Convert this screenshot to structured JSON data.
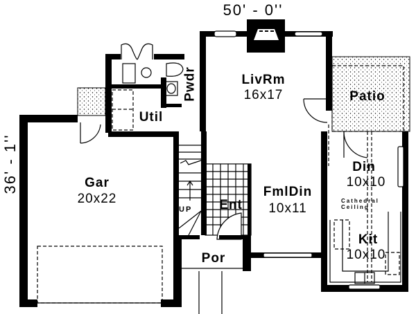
{
  "plan": {
    "dimensions": {
      "width": "50' - 0''",
      "depth": "36' - 1''"
    },
    "rooms": {
      "living": {
        "name": "LivRm",
        "size": "16x17"
      },
      "patio": {
        "name": "Patio"
      },
      "powder": {
        "name": "Pwdr"
      },
      "utility": {
        "name": "Util"
      },
      "garage": {
        "name": "Gar",
        "size": "20x22"
      },
      "dining": {
        "name": "Din",
        "size": "10x10"
      },
      "family_dining": {
        "name": "FmlDin",
        "size": "10x11"
      },
      "entry": {
        "name": "Ent"
      },
      "porch": {
        "name": "Por"
      },
      "kitchen": {
        "name": "Kit",
        "size": "10x10"
      }
    },
    "notes": {
      "cathedral": [
        "Cathedral",
        "Ceiling"
      ],
      "stairs": "UP"
    },
    "colors": {
      "ink": "#000000",
      "paper": "#ffffff"
    }
  }
}
